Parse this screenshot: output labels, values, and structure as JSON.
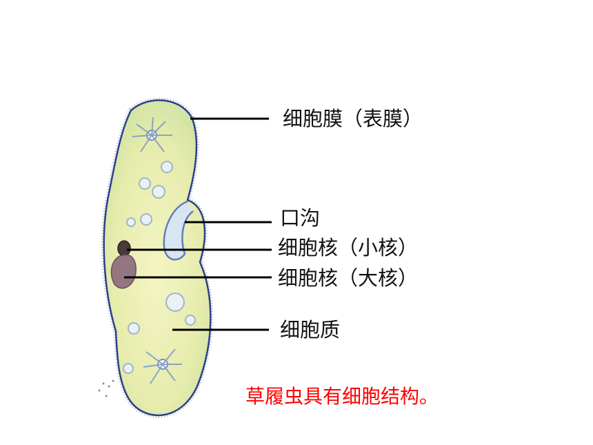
{
  "labels": {
    "membrane": "细胞膜（表膜）",
    "oral_groove": "口沟",
    "micronucleus": "细胞核（小核）",
    "macronucleus": "细胞核（大核）",
    "cytoplasm": "细胞质"
  },
  "caption": "草履虫具有细胞结构。",
  "colors": {
    "caption": "#ff0000",
    "cell_body": "#eef2b0",
    "cell_outline": "#2b3f8a",
    "leader_line": "#000000"
  }
}
